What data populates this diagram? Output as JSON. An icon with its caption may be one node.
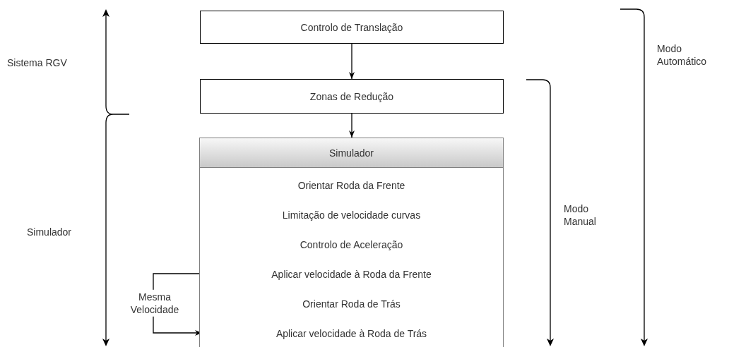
{
  "diagram": {
    "nodes": [
      {
        "text": [
          "Controlo de Translação"
        ]
      },
      {
        "text": [
          "Zonas de Redução"
        ]
      },
      {
        "text": [
          "Simulador"
        ]
      },
      {
        "text": [
          "Orientar Roda da Frente"
        ],
        "in": 2
      },
      {
        "text": [
          "Limitação de velocidade curvas"
        ],
        "in": 2
      },
      {
        "text": [
          "Controlo de Aceleração"
        ],
        "in": 2
      },
      {
        "text": [
          "Aplicar velocidade à Roda da Frente"
        ],
        "in": 2
      },
      {
        "text": [
          "Orientar Roda de Trás"
        ],
        "in": 2
      },
      {
        "text": [
          "Aplicar velocidade à Roda de Trás"
        ],
        "in": 2
      }
    ],
    "edges": [
      {
        "from": 0,
        "to": 1,
        "arrow": "to"
      },
      {
        "from": 1,
        "to": 2,
        "arrow": "to"
      },
      {
        "from": 6,
        "to": 8,
        "arrow": "to",
        "label": "Mesma Velocidade"
      }
    ],
    "labels": [
      "Modo Automático",
      "Sistema RGV",
      "Modo Manual",
      "Simulador"
    ]
  }
}
